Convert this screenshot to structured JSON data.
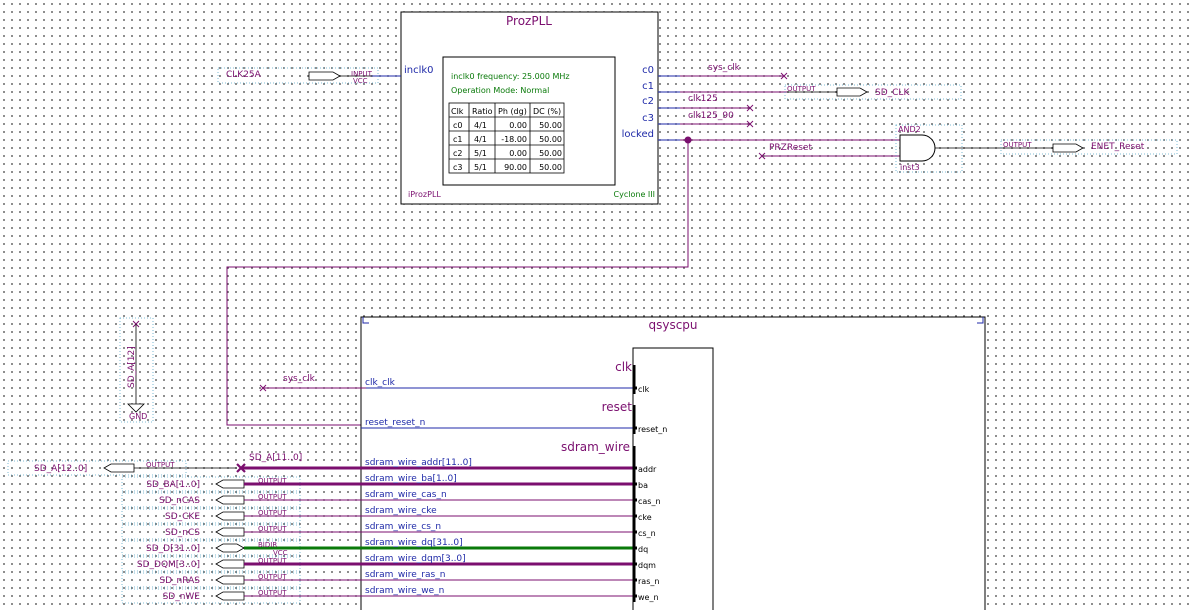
{
  "colors": {
    "wire": "#7b0f6f",
    "bus": "#7b0f6f",
    "port": "#1f2aa8",
    "bidir": "#0a7a0a",
    "text_green": "#0a7a0a"
  },
  "pll": {
    "title": "ProzPLL",
    "input_port": "inclk0",
    "outputs": [
      "c0",
      "c1",
      "c2",
      "c3",
      "locked"
    ],
    "info_freq": "inclk0 frequency: 25.000 MHz",
    "info_mode": "Operation Mode: Normal",
    "table_headers": [
      "Clk",
      "Ratio",
      "Ph (dg)",
      "DC (%)"
    ],
    "table_rows": [
      [
        "c0",
        "4/1",
        "0.00",
        "50.00"
      ],
      [
        "c1",
        "4/1",
        "-18.00",
        "50.00"
      ],
      [
        "c2",
        "5/1",
        "0.00",
        "50.00"
      ],
      [
        "c3",
        "5/1",
        "90.00",
        "50.00"
      ]
    ],
    "instance": "iProzPLL",
    "family": "Cyclone III"
  },
  "pll_io": {
    "clk_input": "CLK25A",
    "input_kind": "INPUT",
    "input_default": "VCC",
    "net_c0": "sys_clk",
    "net_c2": "clk125",
    "net_c3": "clk125_90",
    "sd_clk_kind": "OUTPUT",
    "sd_clk": "SD_CLK",
    "prz_reset": "PRZReset"
  },
  "and_gate": {
    "type": "AND2",
    "instance": "inst3",
    "out_kind": "OUTPUT",
    "out_pin": "ENET_Reset"
  },
  "gnd": {
    "net": "SD_A[12]",
    "symbol": "GND"
  },
  "qsys": {
    "title": "qsyscpu",
    "group_clk": "clk",
    "group_reset": "reset",
    "group_sdram": "sdram_wire",
    "ports": [
      {
        "ext": "clk_clk",
        "inner": "clk"
      },
      {
        "ext": "reset_reset_n",
        "inner": "reset_n"
      },
      {
        "ext": "sdram_wire_addr[11..0]",
        "inner": "addr"
      },
      {
        "ext": "sdram_wire_ba[1..0]",
        "inner": "ba"
      },
      {
        "ext": "sdram_wire_cas_n",
        "inner": "cas_n"
      },
      {
        "ext": "sdram_wire_cke",
        "inner": "cke"
      },
      {
        "ext": "sdram_wire_cs_n",
        "inner": "cs_n"
      },
      {
        "ext": "sdram_wire_dq[31..0]",
        "inner": "dq"
      },
      {
        "ext": "sdram_wire_dqm[3..0]",
        "inner": "dqm"
      },
      {
        "ext": "sdram_wire_ras_n",
        "inner": "ras_n"
      },
      {
        "ext": "sdram_wire_we_n",
        "inner": "we_n"
      }
    ],
    "clk_net": "sys_clk",
    "addr_net": "SD_A[11..0]"
  },
  "sd_pins": [
    {
      "name": "SD_A[12..0]",
      "kind": "OUTPUT",
      "default": ""
    },
    {
      "name": "SD_BA[1..0]",
      "kind": "OUTPUT",
      "default": ""
    },
    {
      "name": "SD_nCAS",
      "kind": "OUTPUT",
      "default": ""
    },
    {
      "name": "SD_CKE",
      "kind": "OUTPUT",
      "default": ""
    },
    {
      "name": "SD_nCS",
      "kind": "OUTPUT",
      "default": ""
    },
    {
      "name": "SD_D[31..0]",
      "kind": "BIDIR",
      "default": "VCC"
    },
    {
      "name": "SD_DQM[3..0]",
      "kind": "OUTPUT",
      "default": ""
    },
    {
      "name": "SD_nRAS",
      "kind": "OUTPUT",
      "default": ""
    },
    {
      "name": "SD_nWE",
      "kind": "OUTPUT",
      "default": ""
    }
  ]
}
